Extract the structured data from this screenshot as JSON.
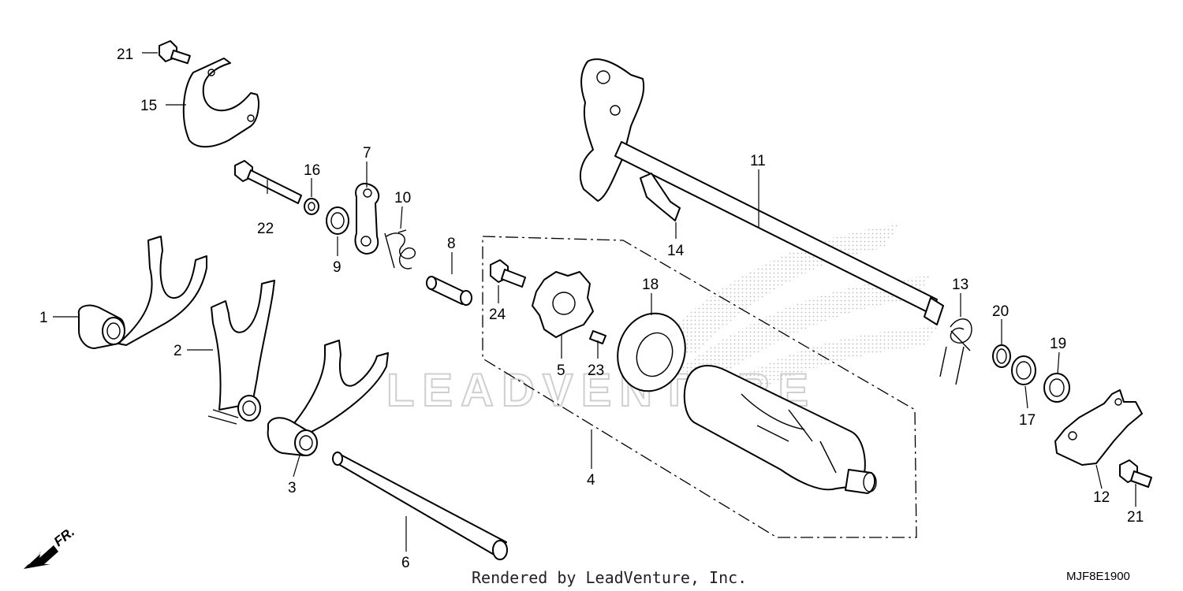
{
  "diagram": {
    "callouts": [
      {
        "id": "1",
        "text": "1"
      },
      {
        "id": "2",
        "text": "2"
      },
      {
        "id": "3",
        "text": "3"
      },
      {
        "id": "4",
        "text": "4"
      },
      {
        "id": "5",
        "text": "5"
      },
      {
        "id": "6",
        "text": "6"
      },
      {
        "id": "7",
        "text": "7"
      },
      {
        "id": "8",
        "text": "8"
      },
      {
        "id": "9",
        "text": "9"
      },
      {
        "id": "10",
        "text": "10"
      },
      {
        "id": "11",
        "text": "11"
      },
      {
        "id": "12",
        "text": "12"
      },
      {
        "id": "13",
        "text": "13"
      },
      {
        "id": "14",
        "text": "14"
      },
      {
        "id": "15",
        "text": "15"
      },
      {
        "id": "16",
        "text": "16"
      },
      {
        "id": "17",
        "text": "17"
      },
      {
        "id": "18",
        "text": "18"
      },
      {
        "id": "19",
        "text": "19"
      },
      {
        "id": "20",
        "text": "20"
      },
      {
        "id": "21a",
        "text": "21"
      },
      {
        "id": "21b",
        "text": "21"
      },
      {
        "id": "22",
        "text": "22"
      },
      {
        "id": "23",
        "text": "23"
      },
      {
        "id": "24",
        "text": "24"
      }
    ],
    "direction_marker": "FR.",
    "watermark_text": "LEADVENTURE",
    "footer_text": "Rendered by LeadVenture, Inc.",
    "diagram_code": "MJF8E1900"
  }
}
